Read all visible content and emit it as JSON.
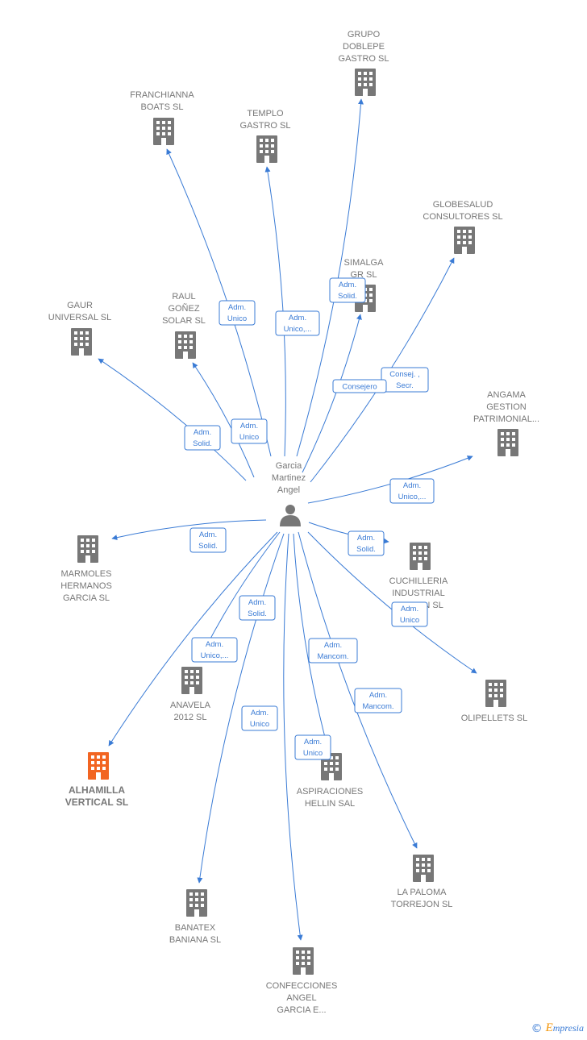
{
  "colors": {
    "edge": "#3a7bd5",
    "company": "#777777",
    "highlight": "#f26522",
    "person": "#777777"
  },
  "center": {
    "lines": [
      "Garcia",
      "Martinez",
      "Angel"
    ],
    "icon": "person-icon"
  },
  "companies": [
    {
      "id": "grupo-doblepe",
      "lines": [
        "GRUPO",
        "DOBLEPE",
        "GASTRO  SL"
      ],
      "highlight": false
    },
    {
      "id": "franchianna",
      "lines": [
        "FRANCHIANNA",
        "BOATS  SL"
      ],
      "highlight": false
    },
    {
      "id": "templo",
      "lines": [
        "TEMPLO",
        "GASTRO  SL"
      ],
      "highlight": false
    },
    {
      "id": "globesalud",
      "lines": [
        "GLOBESALUD",
        "CONSULTORES SL"
      ],
      "highlight": false
    },
    {
      "id": "simalga",
      "lines": [
        "SIMALGA",
        "GR  SL"
      ],
      "highlight": false
    },
    {
      "id": "raul",
      "lines": [
        "RAUL",
        "GOÑEZ",
        "SOLAR SL"
      ],
      "highlight": false
    },
    {
      "id": "gaur",
      "lines": [
        "GAUR",
        "UNIVERSAL  SL"
      ],
      "highlight": false
    },
    {
      "id": "angama",
      "lines": [
        "ANGAMA",
        "GESTION",
        "PATRIMONIAL..."
      ],
      "highlight": false
    },
    {
      "id": "marmoles",
      "lines": [
        "MARMOLES",
        "HERMANOS",
        "GARCIA  SL"
      ],
      "highlight": false
    },
    {
      "id": "cuchilleria",
      "lines": [
        "CUCHILLERIA",
        "INDUSTRIAL",
        "PERSAN  SL"
      ],
      "highlight": false
    },
    {
      "id": "olipellets",
      "lines": [
        "OLIPELLETS SL"
      ],
      "highlight": false
    },
    {
      "id": "anavela",
      "lines": [
        "ANAVELA",
        "2012 SL"
      ],
      "highlight": false
    },
    {
      "id": "alhamilla",
      "lines": [
        "ALHAMILLA",
        "VERTICAL  SL"
      ],
      "highlight": true
    },
    {
      "id": "aspiraciones",
      "lines": [
        "ASPIRACIONES",
        "HELLIN SAL"
      ],
      "highlight": false
    },
    {
      "id": "la-paloma",
      "lines": [
        "LA PALOMA",
        "TORREJON  SL"
      ],
      "highlight": false
    },
    {
      "id": "banatex",
      "lines": [
        "BANATEX",
        "BANIANA  SL"
      ],
      "highlight": false
    },
    {
      "id": "confecciones",
      "lines": [
        "CONFECCIONES",
        "ANGEL",
        "GARCIA E..."
      ],
      "highlight": false
    }
  ],
  "relations": [
    {
      "target": "grupo-doblepe",
      "lines": [
        "Adm.",
        "Solid."
      ]
    },
    {
      "target": "franchianna",
      "lines": [
        "Adm.",
        "Unico"
      ]
    },
    {
      "target": "templo",
      "lines": [
        "Adm.",
        "Unico,..."
      ]
    },
    {
      "target": "globesalud",
      "lines": [
        "Consej. ,",
        "Secr."
      ]
    },
    {
      "target": "simalga",
      "lines": [
        "Consejero"
      ]
    },
    {
      "target": "raul",
      "lines": [
        "Adm.",
        "Unico"
      ]
    },
    {
      "target": "gaur",
      "lines": [
        "Adm.",
        "Solid."
      ]
    },
    {
      "target": "angama",
      "lines": [
        "Adm.",
        "Unico,..."
      ]
    },
    {
      "target": "marmoles",
      "lines": [
        "Adm.",
        "Solid."
      ]
    },
    {
      "target": "cuchilleria",
      "lines": [
        "Adm.",
        "Solid."
      ]
    },
    {
      "target": "olipellets",
      "lines": [
        "Adm.",
        "Unico"
      ]
    },
    {
      "target": "anavela",
      "lines": [
        "Adm.",
        "Solid."
      ]
    },
    {
      "target": "alhamilla",
      "lines": [
        "Adm.",
        "Unico,..."
      ]
    },
    {
      "target": "aspiraciones",
      "lines": [
        "Adm.",
        "Mancom."
      ]
    },
    {
      "target": "la-paloma",
      "lines": [
        "Adm.",
        "Mancom."
      ]
    },
    {
      "target": "banatex",
      "lines": [
        "Adm.",
        "Unico"
      ]
    },
    {
      "target": "confecciones",
      "lines": [
        "Adm.",
        "Unico"
      ]
    }
  ],
  "footer": {
    "copyright": "©",
    "brand_first": "E",
    "brand_rest": "mpresia"
  }
}
